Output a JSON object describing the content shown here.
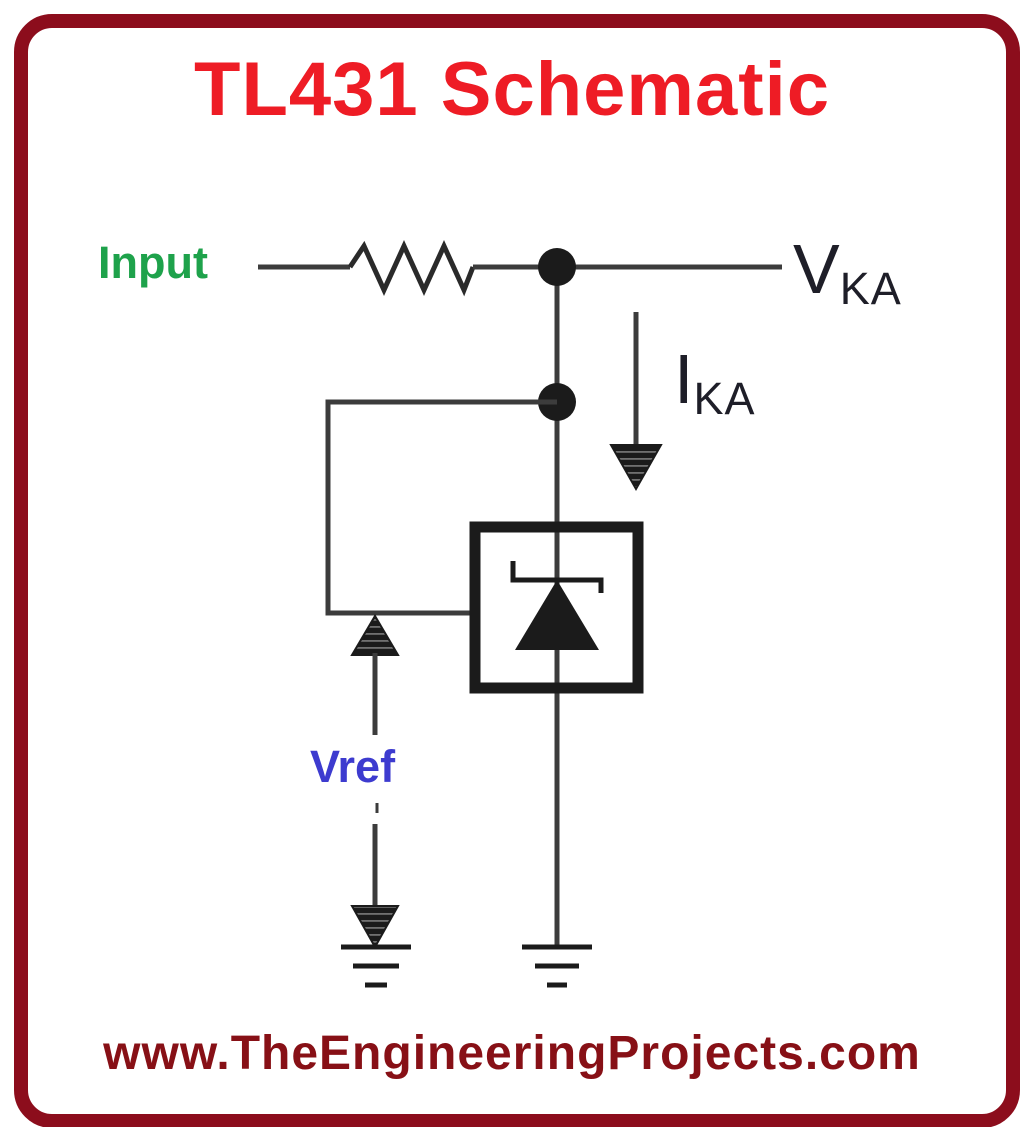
{
  "title": "TL431 Schematic",
  "footer": {
    "website": "www.TheEngineeringProjects.com"
  },
  "schematic": {
    "labels": {
      "input": "Input",
      "vka_main": "V",
      "vka_sub": "KA",
      "ika_main": "I",
      "ika_sub": "KA",
      "vref": "Vref"
    },
    "symbols": [
      "input-wire",
      "series-resistor",
      "cathode-junction-dot",
      "reference-junction-dot",
      "vka-terminal-wire",
      "ika-current-arrow",
      "tl431-box-symbol",
      "programmable-zener-diode",
      "reference-feedback-wire",
      "vref-double-arrow",
      "vref-ground-symbol",
      "anode-ground-symbol"
    ]
  },
  "colors": {
    "background": "#ffffff",
    "frame_border": "#8c0d1c",
    "title_text": "#ee1c25",
    "input_label": "#1ea24b",
    "vref_label": "#3d3bcf",
    "terminal_labels": "#1e1e28",
    "wires": "#3c3c3c",
    "symbols": "#1b1b1b",
    "footer_text": "#871016"
  }
}
